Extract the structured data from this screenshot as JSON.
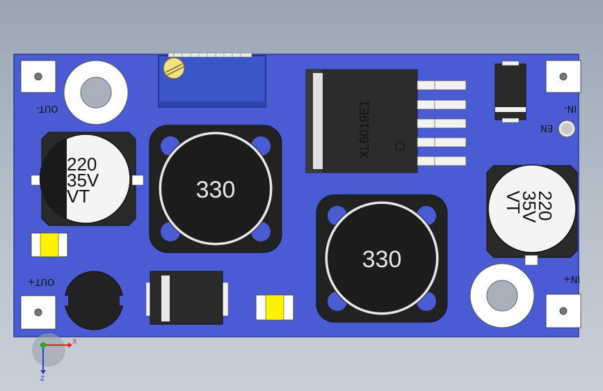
{
  "colors": {
    "pcb": "#4a5bd4",
    "pcb_edge": "#2c3a9c",
    "pad": "#ffffff",
    "component_dark": "#2a2a2a",
    "inductor_body": "#1c1c1c",
    "cap_white": "#f4f4f4",
    "led_yellow": "#fff200",
    "pot_blue": "#3a56c8",
    "axis_x": "#e02020",
    "axis_y": "#20b020",
    "axis_z": "#2040d0"
  },
  "silkscreen": {
    "out_minus": "OUT-",
    "out_plus": "OUT+",
    "in_minus": "IN-",
    "in_plus": "IN+",
    "en": "EN"
  },
  "capacitors": [
    {
      "line1": "220",
      "line2": "35V",
      "line3": "VT"
    },
    {
      "line1": "220",
      "line2": "35V",
      "line3": "VT"
    }
  ],
  "inductors": [
    {
      "label": "330"
    },
    {
      "label": "330"
    }
  ],
  "ic": {
    "part_number": "XL6019E1"
  },
  "axes": {
    "x": "X",
    "z": "Z"
  }
}
